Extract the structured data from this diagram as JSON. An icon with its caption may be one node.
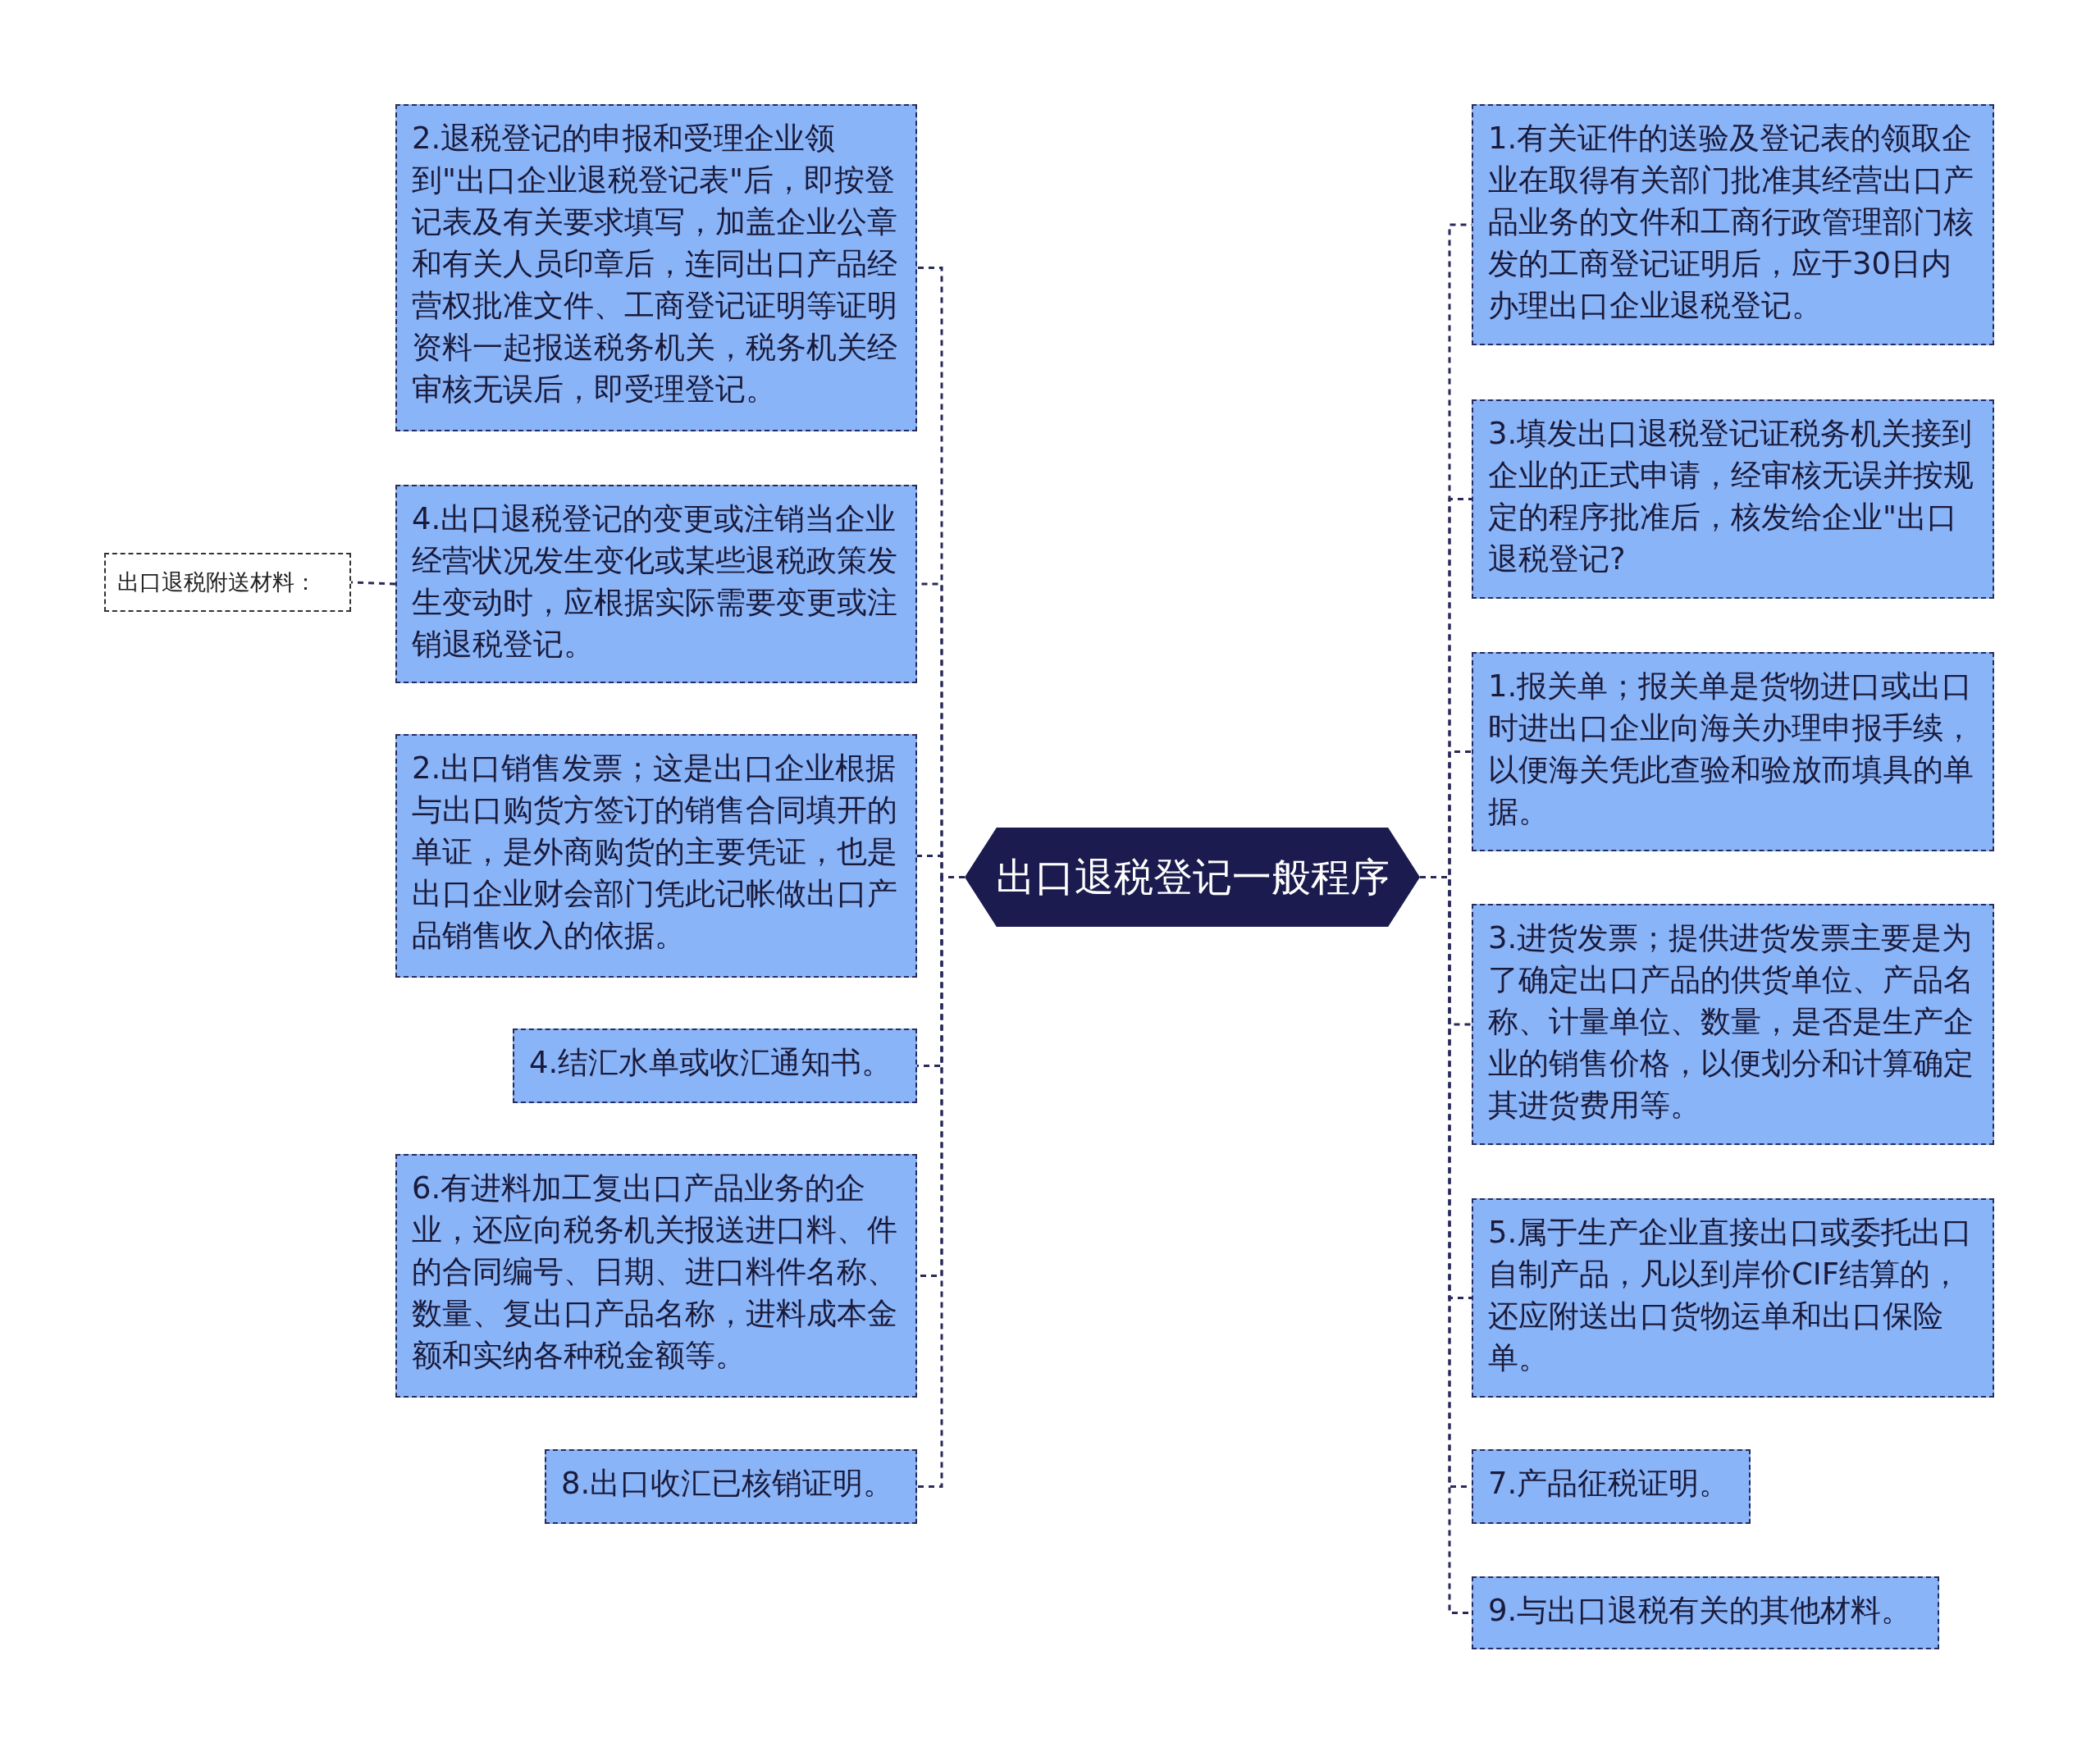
{
  "diagram": {
    "nodes": [
      {
        "text": [
          "出口退税登记一般程序"
        ]
      },
      {
        "text": [
          "2.退税登记的申报和受理企业领到\"出口企业退税登记表\"后，即按登记表及有关要求填写，加盖企业公章和有关人员印章后，连同出口产品经营权批准文件、工商登记证明等证明资料一起报送税务机关，税务机关经审核无误后，即受理登记。"
        ]
      },
      {
        "text": [
          "4.出口退税登记的变更或注销当企业经营状况发生变化或某些退税政策发生变动时，应根据实际需要变更或注销退税登记。"
        ]
      },
      {
        "text": [
          "出口退税附送材料："
        ]
      },
      {
        "text": [
          "2.出口销售发票；这是出口企业根据与出口购货方签订的销售合同填开的单证，是外商购货的主要凭证，也是出口企业财会部门凭此记帐做出口产品销售收入的依据。"
        ]
      },
      {
        "text": [
          "4.结汇水单或收汇通知书。"
        ]
      },
      {
        "text": [
          "6.有进料加工复出口产品业务的企业，还应向税务机关报送进口料、件的合同编号、日期、进口料件名称、数量、复出口产品名称，进料成本金额和实纳各种税金额等。"
        ]
      },
      {
        "text": [
          "8.出口收汇已核销证明。"
        ]
      },
      {
        "text": [
          "1.有关证件的送验及登记表的领取企业在取得有关部门批准其经营出口产品业务的文件和工商行政管理部门核发的工商登记证明后，应于30日内办理出口企业退税登记。"
        ]
      },
      {
        "text": [
          "3.填发出口退税登记证税务机关接到企业的正式申请，经审核无误并按规定的程序批准后，核发给企业\"出口退税登记?"
        ]
      },
      {
        "text": [
          "1.报关单；报关单是货物进口或出口时进出口企业向海关办理申报手续，以便海关凭此查验和验放而填具的单据。"
        ]
      },
      {
        "text": [
          "3.进货发票；提供进货发票主要是为了确定出口产品的供货单位、产品名称、计量单位、数量，是否是生产企业的销售价格，以便划分和计算确定其进货费用等。"
        ]
      },
      {
        "text": [
          "5.属于生产企业直接出口或委托出口自制产品，凡以到岸价CIF结算的，还应附送出口货物运单和出口保险单。"
        ]
      },
      {
        "text": [
          "7.产品征税证明。"
        ]
      },
      {
        "text": [
          "9.与出口退税有关的其他材料。"
        ]
      }
    ],
    "edges": [
      {
        "from": 0,
        "to": 1,
        "arrow": "none"
      },
      {
        "from": 0,
        "to": 2,
        "arrow": "none"
      },
      {
        "from": 2,
        "to": 3,
        "arrow": "none"
      },
      {
        "from": 0,
        "to": 4,
        "arrow": "none"
      },
      {
        "from": 0,
        "to": 5,
        "arrow": "none"
      },
      {
        "from": 0,
        "to": 6,
        "arrow": "none"
      },
      {
        "from": 0,
        "to": 7,
        "arrow": "none"
      },
      {
        "from": 0,
        "to": 8,
        "arrow": "none"
      },
      {
        "from": 0,
        "to": 9,
        "arrow": "none"
      },
      {
        "from": 0,
        "to": 10,
        "arrow": "none"
      },
      {
        "from": 0,
        "to": 11,
        "arrow": "none"
      },
      {
        "from": 0,
        "to": 12,
        "arrow": "none"
      },
      {
        "from": 0,
        "to": 13,
        "arrow": "none"
      },
      {
        "from": 0,
        "to": 14,
        "arrow": "none"
      }
    ]
  }
}
